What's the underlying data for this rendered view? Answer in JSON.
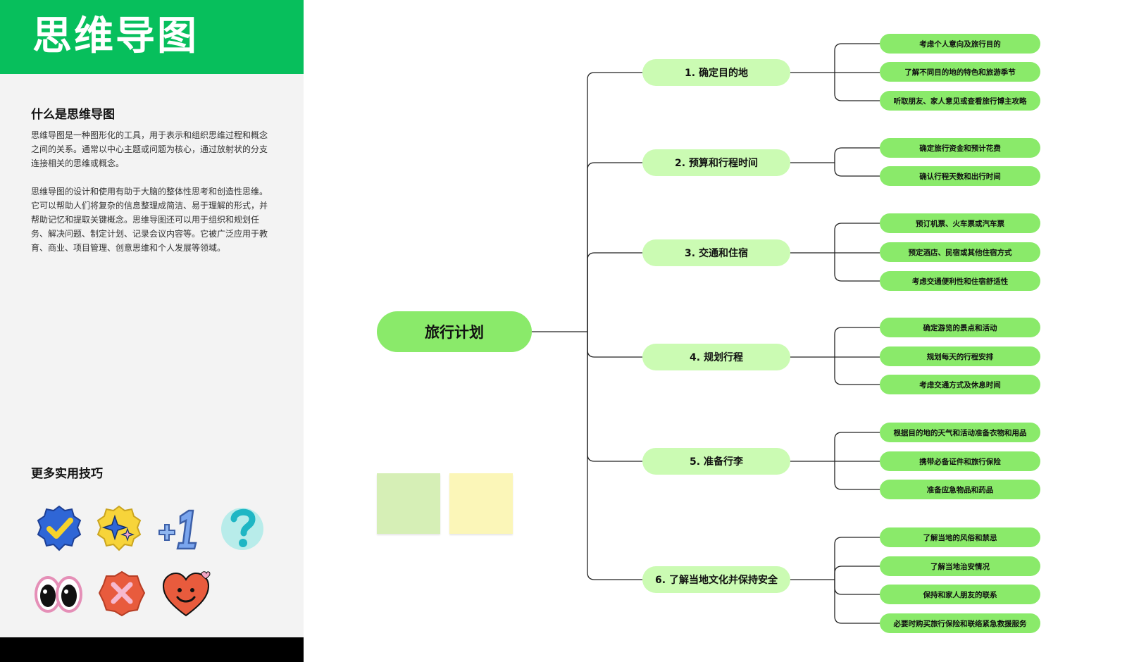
{
  "sidebar": {
    "title": "思维导图",
    "what_heading": "什么是思维导图",
    "paragraph_1": "思维导图是一种图形化的工具，用于表示和组织思维过程和概念之间的关系。通常以中心主题或问题为核心，通过放射状的分支连接相关的思维或概念。",
    "paragraph_2": "思维导图的设计和使用有助于大脑的整体性思考和创造性思维。它可以帮助人们将复杂的信息整理成简洁、易于理解的形式，并帮助记忆和提取关键概念。思维导图还可以用于组织和规划任务、解决问题、制定计划、记录会议内容等。它被广泛应用于教育、商业、项目管理、创意思维和个人发展等领域。",
    "tips_heading": "更多实用技巧",
    "stickers": [
      "check-badge-icon",
      "sparkle-badge-icon",
      "plus-one-icon",
      "question-mark-icon",
      "eyes-icon",
      "cross-badge-icon",
      "smiling-heart-icon"
    ]
  },
  "mindmap": {
    "root": "旅行计划",
    "branches": [
      {
        "label": "1. 确定目的地",
        "items": [
          "考虑个人意向及旅行目的",
          "了解不同目的地的特色和旅游季节",
          "听取朋友、家人意见或查看旅行博主攻略"
        ]
      },
      {
        "label": "2. 预算和行程时间",
        "items": [
          "确定旅行资金和预计花费",
          "确认行程天数和出行时间"
        ]
      },
      {
        "label": "3. 交通和住宿",
        "items": [
          "预订机票、火车票或汽车票",
          "预定酒店、民宿或其他住宿方式",
          "考虑交通便利性和住宿舒适性"
        ]
      },
      {
        "label": "4. 规划行程",
        "items": [
          "确定游览的景点和活动",
          "规划每天的行程安排",
          "考虑交通方式及休息时间"
        ]
      },
      {
        "label": "5. 准备行李",
        "items": [
          "根据目的地的天气和活动准备衣物和用品",
          "携带必备证件和旅行保险",
          "准备应急物品和药品"
        ]
      },
      {
        "label": "6. 了解当地文化并保持安全",
        "items": [
          "了解当地的风俗和禁忌",
          "了解当地治安情况",
          "保持和家人朋友的联系",
          "必要时购买旅行保险和联络紧急救援服务"
        ]
      }
    ]
  },
  "colors": {
    "banner": "#07bf5c",
    "root_fill": "#8aea6a",
    "branch_fill": "#cbfbb3",
    "leaf_fill": "#8aea6a",
    "note_green": "#d6efb6",
    "note_yellow": "#fbf6b8"
  }
}
